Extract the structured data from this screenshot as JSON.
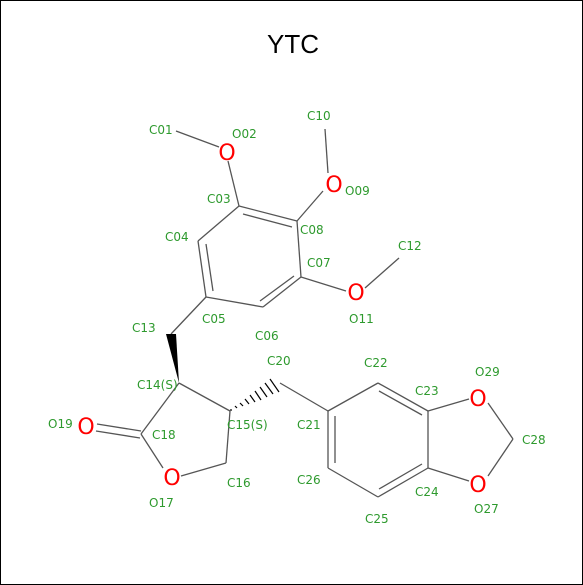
{
  "title": "YTC",
  "colors": {
    "carbon_label": "#2e9a2e",
    "oxygen": "#ff0000",
    "bond": "#555555"
  },
  "atoms": {
    "C01": "C01",
    "O02": "O02",
    "C03": "C03",
    "C04": "C04",
    "C05": "C05",
    "C06": "C06",
    "C07": "C07",
    "C08": "C08",
    "O09": "O09",
    "C10": "C10",
    "O11": "O11",
    "C12": "C12",
    "C13": "C13",
    "C14": "C14(S)",
    "C15": "C15(S)",
    "C16": "C16",
    "O17": "O17",
    "C18": "C18",
    "O19": "O19",
    "C20": "C20",
    "C21": "C21",
    "C22": "C22",
    "C23": "C23",
    "C24": "C24",
    "C25": "C25",
    "C26": "C26",
    "O27": "O27",
    "C28": "C28",
    "O29": "O29"
  },
  "oxygen_symbol": "O"
}
